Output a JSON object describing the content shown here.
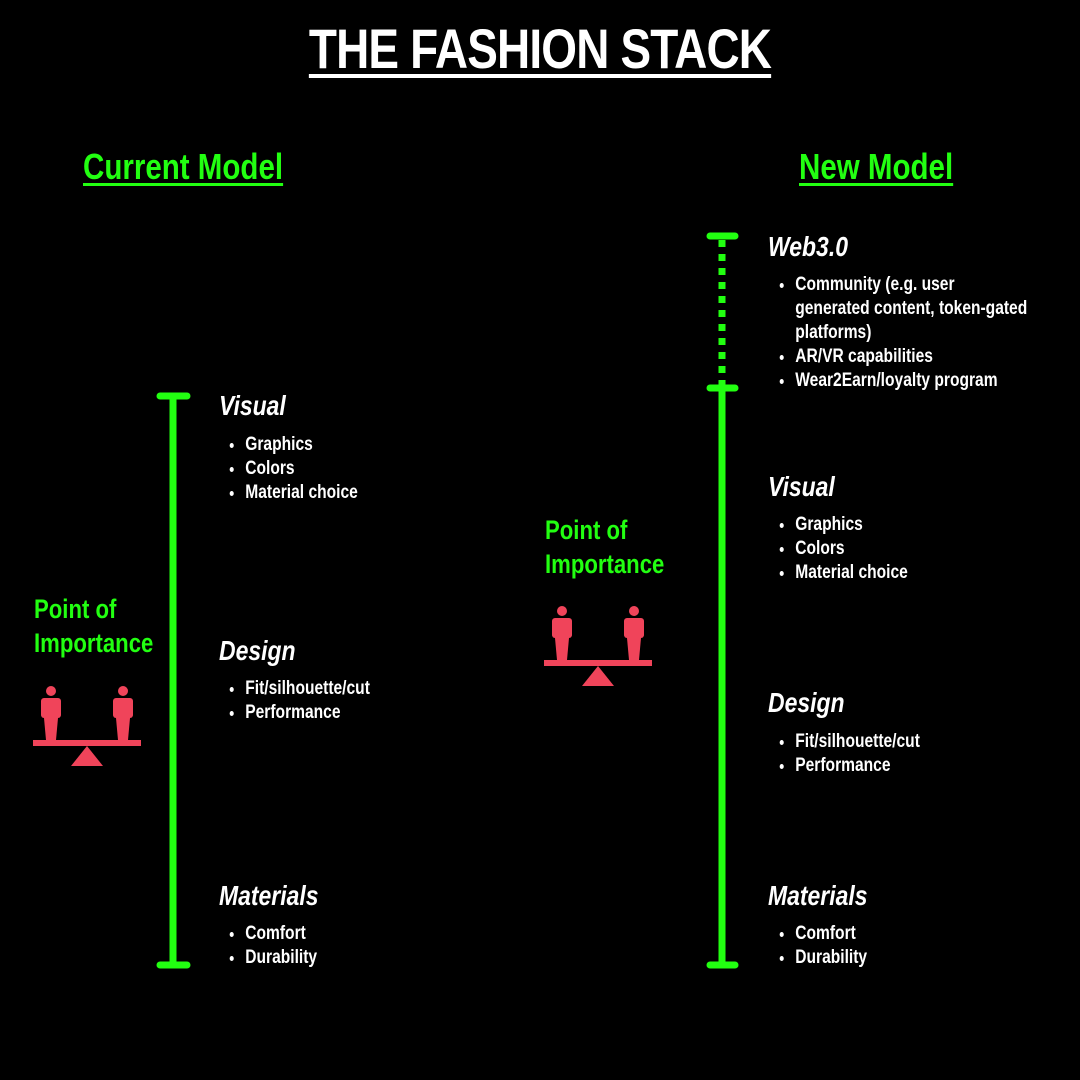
{
  "title": "THE FASHION STACK",
  "colors": {
    "accent": "#22ff11",
    "scale": "#f0445a",
    "background": "#000000",
    "text": "#ffffff"
  },
  "current_model": {
    "title": "Current Model",
    "point_of_importance": {
      "line1": "Point of",
      "line2": "Importance"
    },
    "layers": [
      {
        "heading": "Visual",
        "items": [
          "Graphics",
          "Colors",
          "Material choice"
        ]
      },
      {
        "heading": "Design",
        "items": [
          "Fit/silhouette/cut",
          "Performance"
        ]
      },
      {
        "heading": "Materials",
        "items": [
          "Comfort",
          "Durability"
        ]
      }
    ]
  },
  "new_model": {
    "title": "New Model",
    "point_of_importance": {
      "line1": "Point of",
      "line2": "Importance"
    },
    "layers": [
      {
        "heading": "Web3.0",
        "items": [
          "Community (e.g. user generated content, token-gated platforms)",
          "AR/VR capabilities",
          "Wear2Earn/loyalty program"
        ]
      },
      {
        "heading": "Visual",
        "items": [
          "Graphics",
          "Colors",
          "Material choice"
        ]
      },
      {
        "heading": "Design",
        "items": [
          "Fit/silhouette/cut",
          "Performance"
        ]
      },
      {
        "heading": "Materials",
        "items": [
          "Comfort",
          "Durability"
        ]
      }
    ]
  },
  "icons": [
    "balance-scale-icon"
  ]
}
